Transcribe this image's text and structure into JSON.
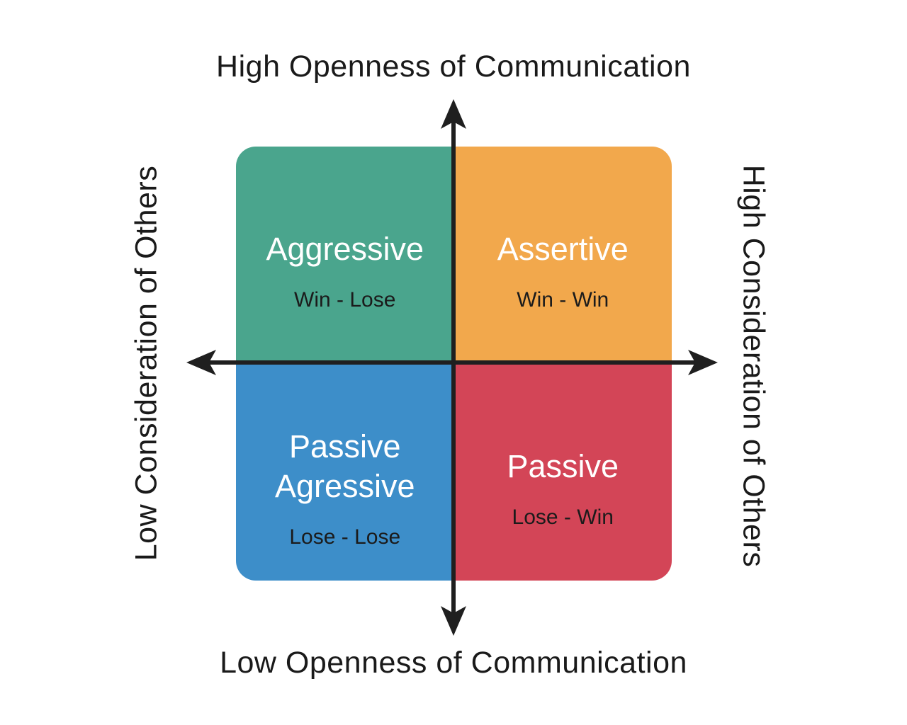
{
  "diagram": {
    "axis_labels": {
      "top": "High Openness of Communication",
      "bottom": "Low Openness of Communication",
      "left": "Low Consideration of Others",
      "right": "High Consideration of Others"
    },
    "quadrants": {
      "top_left": {
        "title": "Aggressive",
        "subtitle": "Win - Lose",
        "color": "#4AA58D"
      },
      "top_right": {
        "title": "Assertive",
        "subtitle": "Win - Win",
        "color": "#F2A84C"
      },
      "bottom_left": {
        "title": "Passive Agressive",
        "subtitle": "Lose - Lose",
        "color": "#3D8EC9"
      },
      "bottom_right": {
        "title": "Passive",
        "subtitle": "Lose - Win",
        "color": "#D34557"
      }
    },
    "colors": {
      "axis_line": "#1f1f1f",
      "label_text": "#1a1a1a",
      "quadrant_title_text": "#ffffff",
      "quadrant_subtitle_text": "#1b1b1b",
      "background": "#ffffff"
    }
  }
}
